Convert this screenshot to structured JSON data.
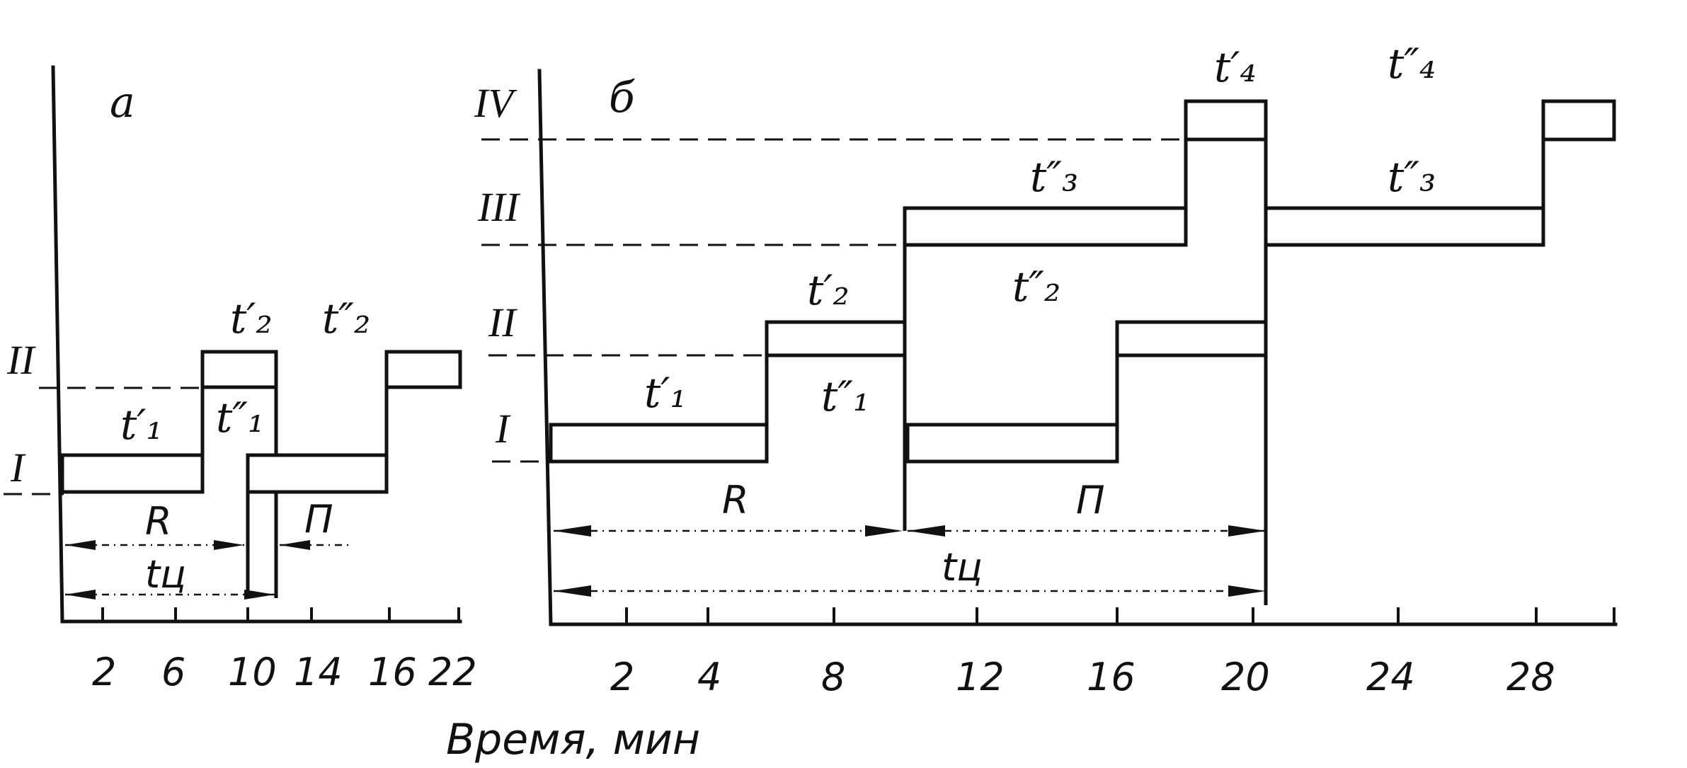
{
  "x_axis_title": "Время, мин",
  "panel_a": {
    "label": "а",
    "levels": [
      "I",
      "II"
    ],
    "ticks": [
      "2",
      "6",
      "10",
      "14",
      "16",
      "22"
    ],
    "bars": [
      {
        "label": "t′₁",
        "level": "I"
      },
      {
        "label": "t′₂",
        "level": "II"
      },
      {
        "label": "t″₁",
        "level": "I"
      },
      {
        "label": "t″₂",
        "level": "II"
      }
    ],
    "dimensions": [
      "R",
      "П",
      "tц"
    ]
  },
  "panel_b": {
    "label": "б",
    "levels": [
      "I",
      "II",
      "III",
      "IV"
    ],
    "ticks": [
      "2",
      "4",
      "8",
      "12",
      "16",
      "20",
      "24",
      "28"
    ],
    "bars": [
      {
        "label": "t′₁",
        "level": "I"
      },
      {
        "label": "t′₂",
        "level": "II"
      },
      {
        "label": "t″₁",
        "level": "I"
      },
      {
        "label": "t″₂",
        "level": "II"
      },
      {
        "label": "t″₃",
        "level": "III"
      },
      {
        "label": "t′₄",
        "level": "IV"
      },
      {
        "label": "t″₃",
        "level": "III"
      },
      {
        "label": "t″₄",
        "level": "IV"
      }
    ],
    "dimensions": [
      "R",
      "П",
      "tц"
    ]
  }
}
